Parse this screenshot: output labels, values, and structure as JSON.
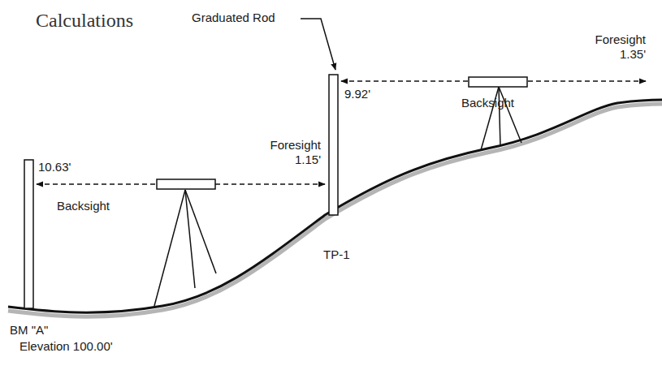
{
  "diagram": {
    "title": "Calculations",
    "labels": [
      "Graduated Rod",
      "9.92'",
      "Foresight 1.35'",
      "Backsight",
      "10.63'",
      "Foresight 1.15'",
      "Backsight",
      "TP-1",
      "BM \"A\"",
      "Elevation 100.00'"
    ]
  }
}
